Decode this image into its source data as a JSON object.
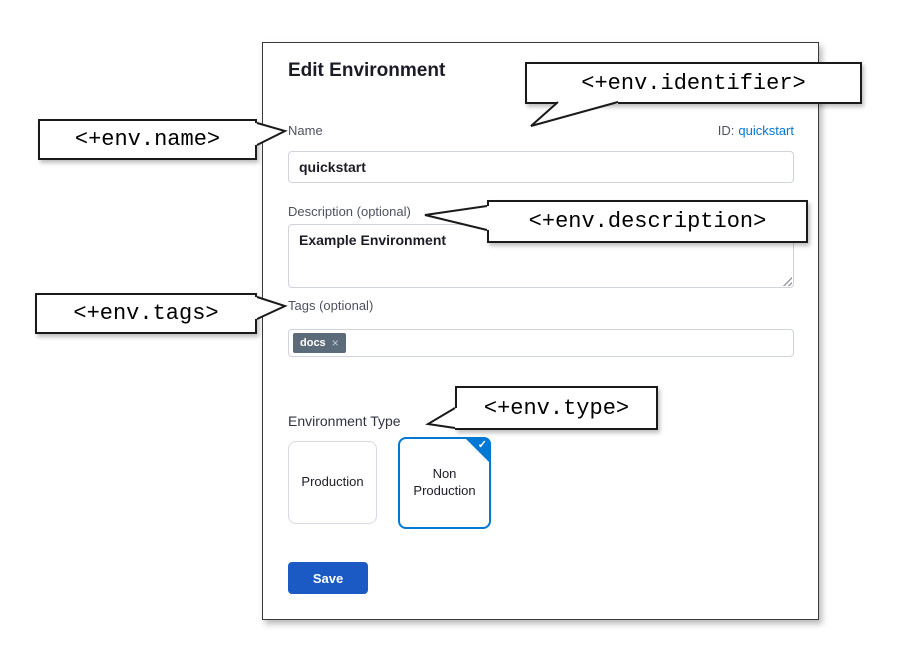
{
  "dialog": {
    "title": "Edit Environment",
    "identifier": {
      "label": "ID:",
      "value": "quickstart"
    },
    "fields": {
      "name": {
        "label": "Name",
        "value": "quickstart"
      },
      "description": {
        "label": "Description (optional)",
        "value": "Example Environment"
      },
      "tags": {
        "label": "Tags (optional)",
        "chips": [
          {
            "text": "docs",
            "remove_icon": "×"
          }
        ]
      },
      "environment_type": {
        "label": "Environment Type",
        "options": [
          {
            "label": "Production",
            "selected": false
          },
          {
            "label": "Non Production",
            "selected": true
          }
        ]
      }
    },
    "save_label": "Save"
  },
  "icons": {
    "check": "✓"
  },
  "callouts": {
    "identifier": "<+env.identifier>",
    "name": "<+env.name>",
    "description": "<+env.description>",
    "tags": "<+env.tags>",
    "type": "<+env.type>"
  },
  "colors": {
    "accent_blue": "#0278d5",
    "link": "#0278d5",
    "save_button": "#1b5ac5",
    "selected_card_border": "#0278d5",
    "tag_chip_bg": "#5c6b7a",
    "callout_border": "#1a1a1a"
  }
}
